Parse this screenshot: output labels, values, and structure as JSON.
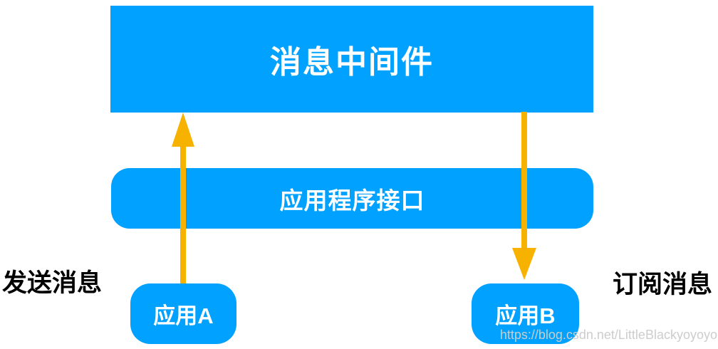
{
  "diagram": {
    "title_node": {
      "label": "消息中间件"
    },
    "api_node": {
      "label": "应用程序接口"
    },
    "app_a_node": {
      "label": "应用A"
    },
    "app_b_node": {
      "label": "应用B"
    },
    "send_label": "发送消息",
    "subscribe_label": "订阅消息",
    "arrows": [
      {
        "from": "应用A",
        "to": "消息中间件",
        "direction": "up"
      },
      {
        "from": "消息中间件",
        "to": "应用B",
        "direction": "down"
      }
    ],
    "watermark": "https://blog.csdn.net/LittleBlackyoyoyo",
    "colors": {
      "node_blue": "#01A1FF",
      "arrow_orange": "#F7B200",
      "label_black": "#000000",
      "watermark_gray": "#CDCDCD"
    }
  }
}
